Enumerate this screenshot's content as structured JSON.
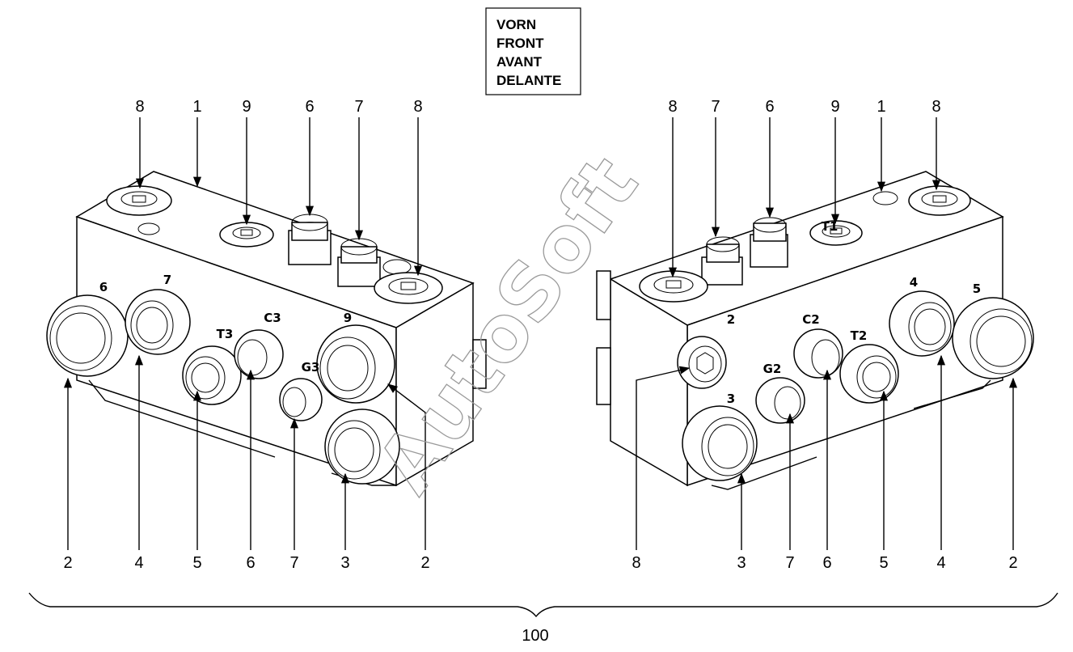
{
  "direction_box": {
    "lines": [
      "VORN",
      "FRONT",
      "AVANT",
      "DELANTE"
    ]
  },
  "assembly_number": "100",
  "watermark": "AutoSoft",
  "left_view": {
    "top_callouts": [
      "8",
      "1",
      "9",
      "6",
      "7",
      "8"
    ],
    "bottom_callouts": [
      "2",
      "4",
      "5",
      "6",
      "7",
      "3",
      "2"
    ],
    "port_marks": [
      "6",
      "7",
      "T3",
      "C3",
      "G3",
      "9"
    ]
  },
  "right_view": {
    "top_callouts": [
      "8",
      "7",
      "6",
      "9",
      "1",
      "8"
    ],
    "bottom_callouts": [
      "8",
      "3",
      "7",
      "6",
      "5",
      "4",
      "2"
    ],
    "port_marks": [
      "2",
      "C2",
      "T2",
      "4",
      "5",
      "G2",
      "3",
      "T1"
    ]
  }
}
